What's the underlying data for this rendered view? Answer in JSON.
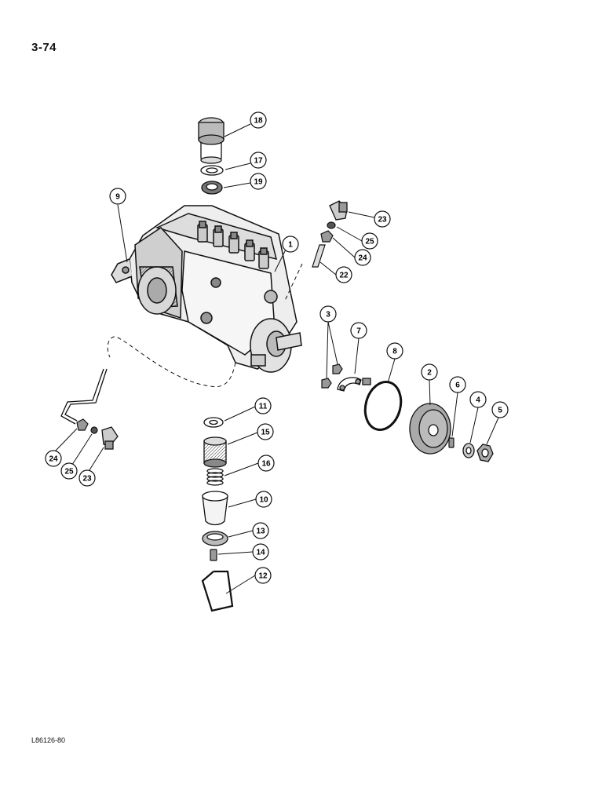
{
  "page": {
    "number": "3-74",
    "figure_code": "L86126-80"
  },
  "callouts": [
    {
      "id": "c18",
      "label": "18"
    },
    {
      "id": "c17",
      "label": "17"
    },
    {
      "id": "c19",
      "label": "19"
    },
    {
      "id": "c9",
      "label": "9"
    },
    {
      "id": "c1",
      "label": "1"
    },
    {
      "id": "c23a",
      "label": "23"
    },
    {
      "id": "c25a",
      "label": "25"
    },
    {
      "id": "c24a",
      "label": "24"
    },
    {
      "id": "c22",
      "label": "22"
    },
    {
      "id": "c3",
      "label": "3"
    },
    {
      "id": "c7",
      "label": "7"
    },
    {
      "id": "c8",
      "label": "8"
    },
    {
      "id": "c2",
      "label": "2"
    },
    {
      "id": "c6",
      "label": "6"
    },
    {
      "id": "c4",
      "label": "4"
    },
    {
      "id": "c5",
      "label": "5"
    },
    {
      "id": "c11",
      "label": "11"
    },
    {
      "id": "c15",
      "label": "15"
    },
    {
      "id": "c16",
      "label": "16"
    },
    {
      "id": "c10",
      "label": "10"
    },
    {
      "id": "c13",
      "label": "13"
    },
    {
      "id": "c14",
      "label": "14"
    },
    {
      "id": "c12",
      "label": "12"
    },
    {
      "id": "c24b",
      "label": "24"
    },
    {
      "id": "c25b",
      "label": "25"
    },
    {
      "id": "c23b",
      "label": "23"
    }
  ]
}
